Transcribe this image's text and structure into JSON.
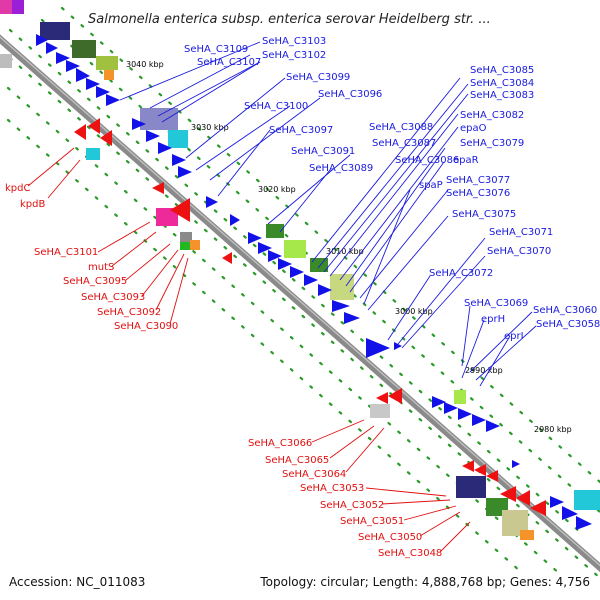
{
  "title": "Salmonella enterica subsp. enterica serovar Heidelberg str. ...",
  "accession": "Accession: NC_011083",
  "summary": "Topology: circular; Length: 4,888,768 bp; Genes: 4,756",
  "ticks": [
    "3040 kbp",
    "3030 kbp",
    "3020 kbp",
    "3010 kbp",
    "3000 kbp",
    "2990 kbp",
    "2980 kbp"
  ],
  "colors": {
    "forward_label": "#1a1adf",
    "reverse_label": "#e01010",
    "forward_gene": "#1212e8",
    "reverse_gene": "#ee1111",
    "backbone": "#8a8a8a"
  },
  "forward_labels": [
    "SeHA_C3103",
    "SeHA_C3109",
    "SeHA_C3102",
    "SeHA_C3107",
    "SeHA_C3099",
    "SeHA_C3100",
    "SeHA_C3096",
    "SeHA_C3097",
    "SeHA_C3091",
    "SeHA_C3089",
    "SeHA_C3088",
    "SeHA_C3087",
    "SeHA_C3086",
    "SeHA_C3085",
    "SeHA_C3084",
    "SeHA_C3083",
    "SeHA_C3082",
    "epaO",
    "SeHA_C3079",
    "epaR",
    "SeHA_C3077",
    "spaP",
    "SeHA_C3076",
    "SeHA_C3075",
    "SeHA_C3071",
    "SeHA_C3070",
    "SeHA_C3072",
    "SeHA_C3069",
    "SeHA_C3060",
    "eprH",
    "SeHA_C3058",
    "eprI"
  ],
  "reverse_labels": [
    "kpdC",
    "kpdB",
    "SeHA_C3101",
    "mutS",
    "SeHA_C3095",
    "SeHA_C3093",
    "SeHA_C3092",
    "SeHA_C3090",
    "SeHA_C3066",
    "SeHA_C3065",
    "SeHA_C3064",
    "SeHA_C3053",
    "SeHA_C3052",
    "SeHA_C3051",
    "SeHA_C3050",
    "SeHA_C3048"
  ]
}
